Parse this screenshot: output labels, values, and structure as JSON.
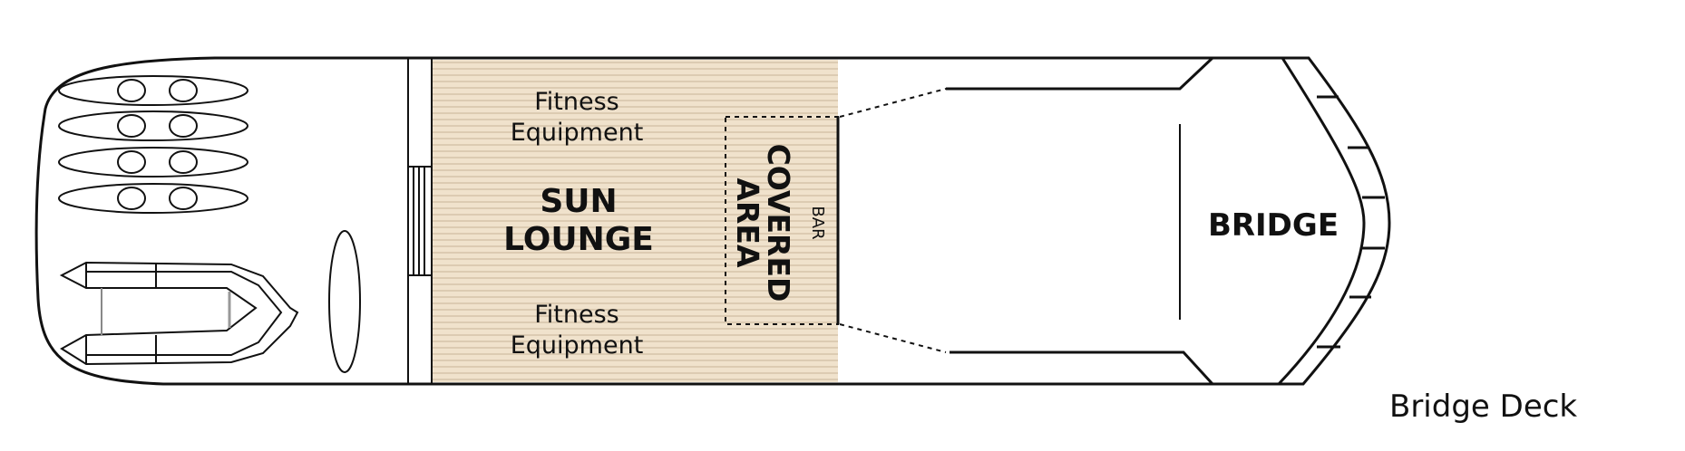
{
  "deck_name": "Bridge Deck",
  "areas": {
    "fitness_top": [
      "Fitness",
      "Equipment"
    ],
    "sun_lounge": [
      "SUN",
      "LOUNGE"
    ],
    "fitness_bottom": [
      "Fitness",
      "Equipment"
    ],
    "covered_area": [
      "COVERED",
      "AREA"
    ],
    "bar": "BAR",
    "bridge": "BRIDGE"
  },
  "colors": {
    "deck_wood": "#f0e2cc",
    "deck_plank_line": "#dccbb2",
    "outline": "#111111"
  }
}
